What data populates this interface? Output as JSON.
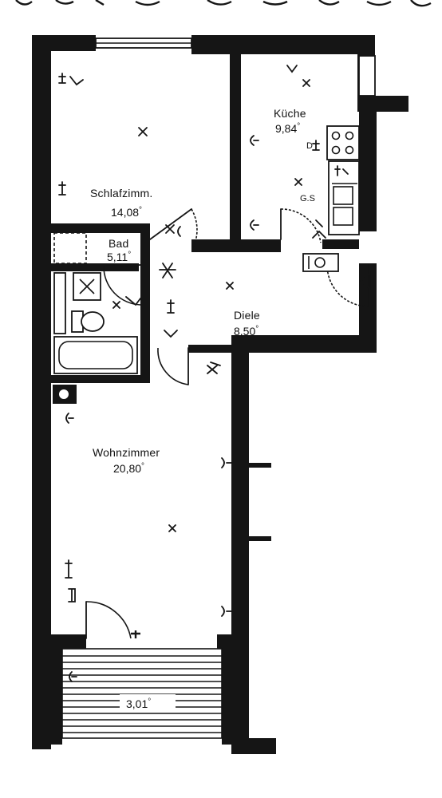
{
  "header": {
    "text": ""
  },
  "rooms": {
    "schlafzimmer": {
      "name": "Schlafzimm.",
      "area": "14,08"
    },
    "kueche": {
      "name": "Küche",
      "area": "9,84"
    },
    "bad": {
      "name": "Bad",
      "area": "5,11"
    },
    "diele": {
      "name": "Diele",
      "area": "8,50"
    },
    "wohnzimmer": {
      "name": "Wohnzimmer",
      "area": "20,80"
    },
    "balkon": {
      "name": "",
      "area": "3,01"
    }
  },
  "labels": {
    "gas": "G.S",
    "dryer": "D"
  },
  "area_unit_symbol": "°",
  "colors": {
    "ink": "#151515",
    "paper": "#ffffff"
  }
}
